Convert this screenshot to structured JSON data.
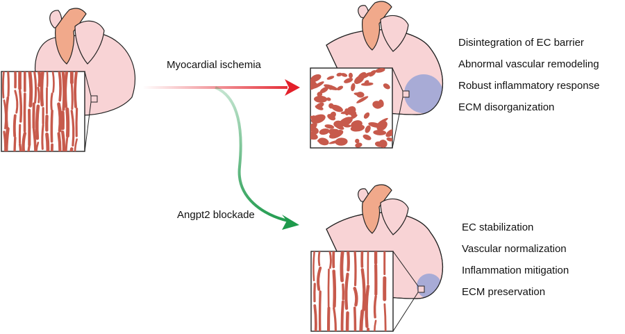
{
  "arrows": {
    "ischemia_label": "Myocardial ischemia",
    "blockade_label": "Angpt2 blockade",
    "ischemia_color": "#e3202a",
    "blockade_color": "#1e9a4c"
  },
  "outcomes": {
    "ischemia": [
      "Disintegration of EC barrier",
      "Abnormal vascular remodeling",
      "Robust inflammatory response",
      "ECM disorganization"
    ],
    "blockade": [
      "EC stabilization",
      "Vascular normalization",
      "Inflammation mitigation",
      "ECM preservation"
    ]
  },
  "colors": {
    "heart_body": "#f8d3d5",
    "aorta": "#f1a98b",
    "vessels": "#c75a4c",
    "infarct": "#9aa3d6"
  }
}
